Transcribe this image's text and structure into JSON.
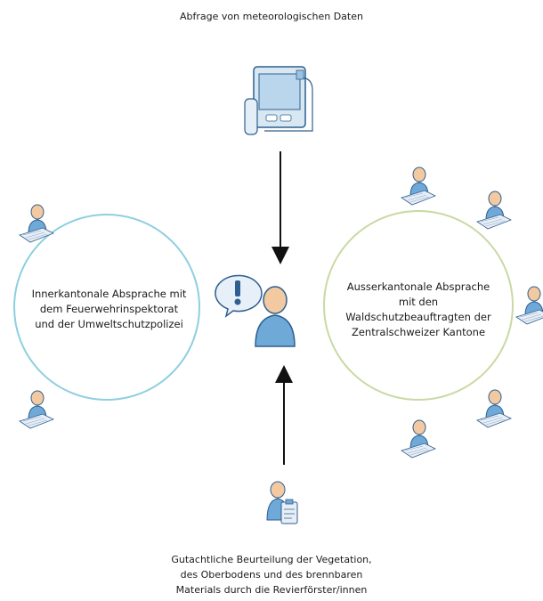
{
  "top_label": "Abfrage von meteorologischen Daten",
  "left_circle": {
    "lines": [
      "Innerkantonale Absprache mit",
      "dem Feuerwehrinspektorat",
      "und der Umweltschutzpolizei"
    ],
    "stroke": "#8ecfe0"
  },
  "right_circle": {
    "lines": [
      "Ausserkantonale Absprache",
      "mit den",
      "Waldschutzbeauftragten der",
      "Zentralschweizer Kantone"
    ],
    "stroke": "#c9d9a4"
  },
  "bottom_label": {
    "lines": [
      "Gutachtliche Beurteilung der Vegetation,",
      "des Oberbodens und des brennbaren",
      "Materials durch die Revierförster/innen"
    ]
  },
  "icons": {
    "device": "weather-station-icon",
    "center": "person-with-alert-icon",
    "forester": "person-with-clipboard-icon",
    "desk_person": "person-at-desk-icon"
  },
  "colors": {
    "figure_blue": "#6fa9d8",
    "figure_dark": "#2f5f8f",
    "skin": "#f2c9a0",
    "arrow": "#111111"
  }
}
